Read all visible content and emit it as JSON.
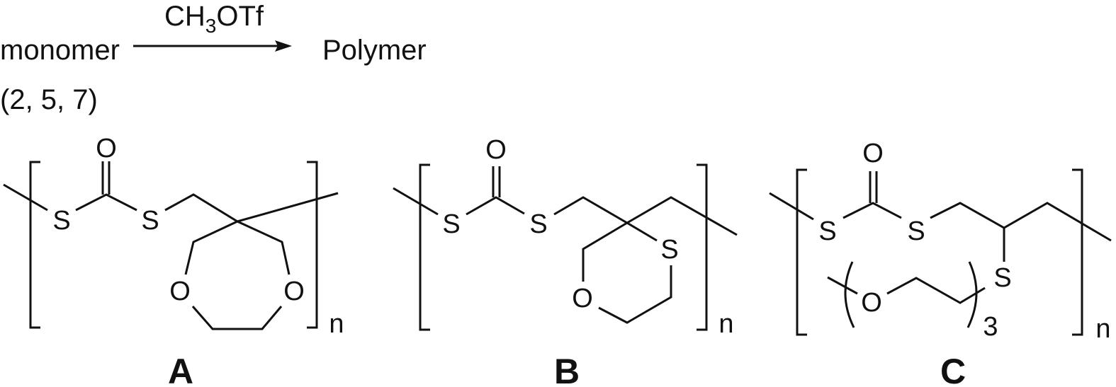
{
  "reaction": {
    "reactant": "monomer",
    "reactant_ids": "(2, 5, 7)",
    "reagent_main": "CH",
    "reagent_sub": "3",
    "reagent_tail": "OTf",
    "product": "Polymer"
  },
  "structures": {
    "A": {
      "label": "A",
      "atoms": [
        "S",
        "S",
        "O",
        "O",
        "O"
      ],
      "repeat": "n"
    },
    "B": {
      "label": "B",
      "atoms": [
        "S",
        "S",
        "O",
        "S",
        "O"
      ],
      "repeat": "n"
    },
    "C": {
      "label": "C",
      "atoms": [
        "S",
        "S",
        "O",
        "S",
        "O"
      ],
      "repeat": "n",
      "sub_repeat": "3"
    }
  }
}
